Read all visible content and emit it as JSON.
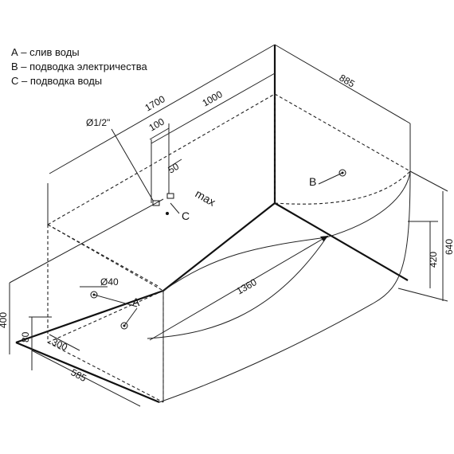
{
  "legend": {
    "a": "А – слив воды",
    "b": "В – подводка электричества",
    "c": "С – подводка воды"
  },
  "dimensions": {
    "d1700": "1700",
    "d1000": "1000",
    "d885": "885",
    "d100": "100",
    "d50": "50",
    "max": "max",
    "d1360": "1360",
    "d400": "400",
    "d80": "80",
    "d300": "300",
    "d585": "585",
    "d420": "420",
    "d640": "640",
    "dia12": "Ø1/2\"",
    "dia40": "Ø40"
  },
  "points": {
    "a": "A",
    "b": "B",
    "c": "C"
  }
}
